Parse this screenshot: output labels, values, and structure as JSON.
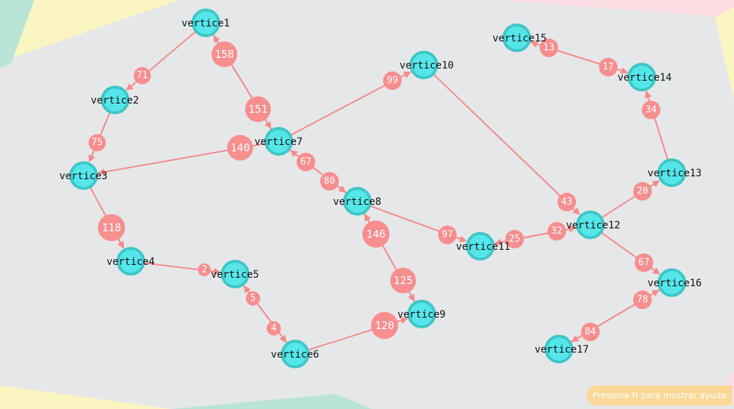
{
  "colors": {
    "background": "#e6e7e9",
    "node_fill": "#55e6ea",
    "node_stroke": "#3fc6c6",
    "edge": "#f58a8a",
    "weight_fill": "#f88e8e",
    "help_bg": "#fcd795"
  },
  "help_text": "Presiona H para mostrar ayuda",
  "graph": {
    "vertices": [
      "vertice1",
      "vertice2",
      "vertice3",
      "vertice4",
      "vertice5",
      "vertice6",
      "vertice7",
      "vertice8",
      "vertice9",
      "vertice10",
      "vertice11",
      "vertice12",
      "vertice13",
      "vertice14",
      "vertice15",
      "vertice16",
      "vertice17"
    ],
    "edges": [
      {
        "from": "vertice1",
        "to": "vertice2",
        "weight": "71"
      },
      {
        "from": "vertice2",
        "to": "vertice3",
        "weight": "75"
      },
      {
        "from": "vertice3",
        "to": "vertice4",
        "weight": "118"
      },
      {
        "from": "vertice4",
        "to": "vertice5",
        "weight": "2"
      },
      {
        "from": "vertice5",
        "to": "vertice6",
        "weight": "4"
      },
      {
        "from": "vertice6",
        "to": "vertice5",
        "weight": "5"
      },
      {
        "from": "vertice6",
        "to": "vertice9",
        "weight": "120"
      },
      {
        "from": "vertice1",
        "to": "vertice7",
        "weight": "151"
      },
      {
        "from": "vertice7",
        "to": "vertice1",
        "weight": "158"
      },
      {
        "from": "vertice7",
        "to": "vertice3",
        "weight": "140"
      },
      {
        "from": "vertice7",
        "to": "vertice10",
        "weight": "99"
      },
      {
        "from": "vertice7",
        "to": "vertice8",
        "weight": "80"
      },
      {
        "from": "vertice8",
        "to": "vertice7",
        "weight": "67"
      },
      {
        "from": "vertice8",
        "to": "vertice9",
        "weight": "125"
      },
      {
        "from": "vertice9",
        "to": "vertice8",
        "weight": "146"
      },
      {
        "from": "vertice8",
        "to": "vertice11",
        "weight": "97"
      },
      {
        "from": "vertice10",
        "to": "vertice12",
        "weight": "43"
      },
      {
        "from": "vertice11",
        "to": "vertice12",
        "weight": "32"
      },
      {
        "from": "vertice12",
        "to": "vertice11",
        "weight": "25"
      },
      {
        "from": "vertice12",
        "to": "vertice13",
        "weight": "20"
      },
      {
        "from": "vertice12",
        "to": "vertice16",
        "weight": "67"
      },
      {
        "from": "vertice13",
        "to": "vertice14",
        "weight": "34"
      },
      {
        "from": "vertice14",
        "to": "vertice15",
        "weight": "13"
      },
      {
        "from": "vertice15",
        "to": "vertice14",
        "weight": "17"
      },
      {
        "from": "vertice16",
        "to": "vertice17",
        "weight": "84"
      },
      {
        "from": "vertice17",
        "to": "vertice16",
        "weight": "78"
      }
    ]
  }
}
